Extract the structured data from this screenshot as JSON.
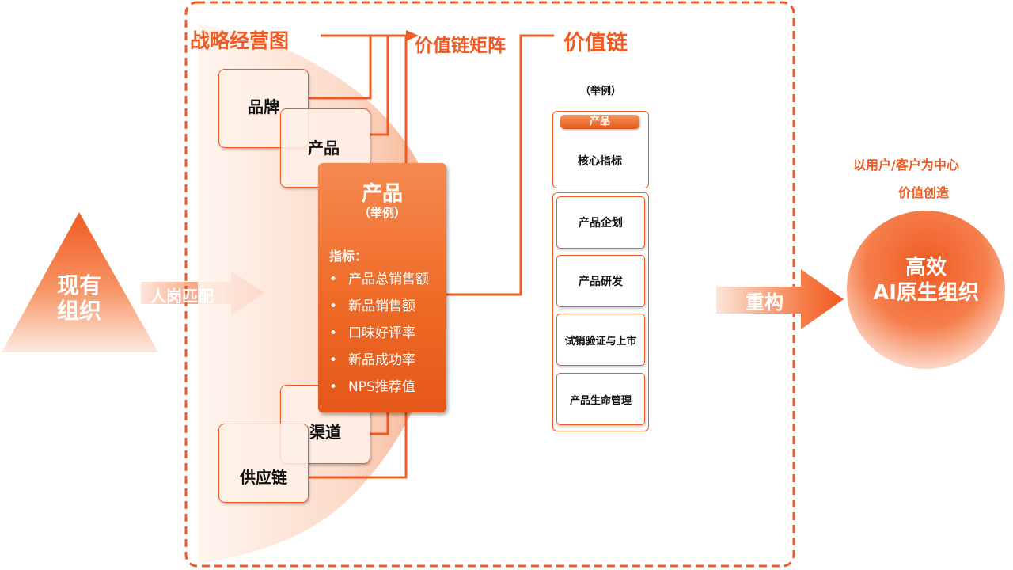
{
  "left_block": {
    "label_line1": "现有",
    "label_line2": "组织"
  },
  "arrow_match": {
    "label": "人岗匹配"
  },
  "strategy": {
    "title": "战略经营图",
    "matrix": "价值链矩阵",
    "chain": "价值链"
  },
  "domain_boxes": {
    "brand": "品牌",
    "product": "产品",
    "channel": "渠道",
    "supply": "供应链"
  },
  "product_card": {
    "title": "产品",
    "subtitle": "（举例）",
    "indicator_label": "指标：",
    "bullet": "•",
    "indicators": [
      "产品总销售额",
      "新品销售额",
      "口味好评率",
      "新品成功率",
      "NPS推荐值"
    ]
  },
  "value_chain": {
    "example_label": "（举例）",
    "tag": "产品",
    "core": "核心指标",
    "steps": [
      "产品企划",
      "产品研发",
      "试销验证与上市",
      "产品生命管理"
    ]
  },
  "arrow_restructure": {
    "label": "重构"
  },
  "goal": {
    "line1": "以用户/客户为中心",
    "line2": "价值创造",
    "circle_line1": "高效",
    "circle_line2": "AI原生组织"
  },
  "colors": {
    "accent": "#f15a22",
    "text": "#111111"
  }
}
